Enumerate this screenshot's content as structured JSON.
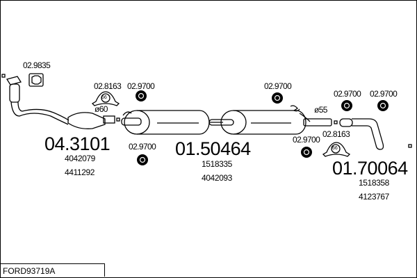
{
  "diagram": {
    "vehicle_code": "FORD93719A",
    "parts": [
      {
        "number": "04.3101",
        "oem": [
          "4042079",
          "4411292"
        ]
      },
      {
        "number": "01.50464",
        "oem": [
          "1518335",
          "4042093"
        ]
      },
      {
        "number": "01.70064",
        "oem": [
          "1518358",
          "4123767"
        ]
      }
    ],
    "accessories": {
      "gasket": "02.9835",
      "clamp_front": "02.8163",
      "clamp_rear": "02.8163",
      "clamp_size": "66",
      "rubber_1": "02.9700",
      "rubber_2": "02.9700",
      "rubber_3": "02.9700",
      "rubber_4": "02.9700",
      "rubber_5": "02.9700",
      "rubber_6": "02.9700"
    },
    "diameters": {
      "front": "ø60",
      "rear": "ø55"
    }
  }
}
